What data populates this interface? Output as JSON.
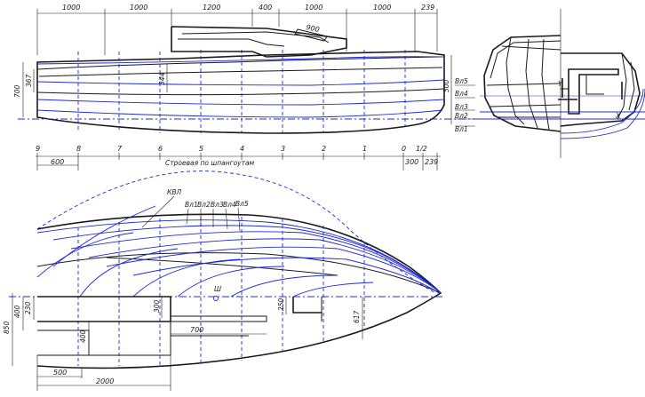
{
  "top_dims": [
    "1000",
    "1000",
    "1200",
    "400",
    "1000",
    "1000",
    "239"
  ],
  "cabin_dim": "900",
  "side_dims": {
    "left_height": "700",
    "bow_height": "367",
    "mid_height": "344",
    "stern_height": "500"
  },
  "waterline_labels": [
    "Вл5",
    "Вл4",
    "Вл3",
    "Вл2",
    "Вл1"
  ],
  "stations": [
    "9",
    "8",
    "7",
    "6",
    "5",
    "4",
    "3",
    "2",
    "1",
    "0",
    "1/2"
  ],
  "station_dims": {
    "left": "600",
    "right_a": "300",
    "right_b": "239"
  },
  "station_caption": "Строевая по шпангоутам",
  "plan_labels": {
    "kvl": "КВЛ",
    "wl": [
      "Вл1",
      "Вл2",
      "Вл3",
      "Вл4",
      "Вл5"
    ],
    "mast": "Ш"
  },
  "plan_dims": {
    "left_outer": "850",
    "left_inner": "400",
    "left_inner2": "230",
    "d300": "300",
    "d700": "700",
    "d250": "250",
    "d617": "617",
    "d400": "400",
    "d500": "500",
    "d2000": "2000"
  },
  "axis_labels": {
    "y": "Y",
    "x": "X"
  }
}
